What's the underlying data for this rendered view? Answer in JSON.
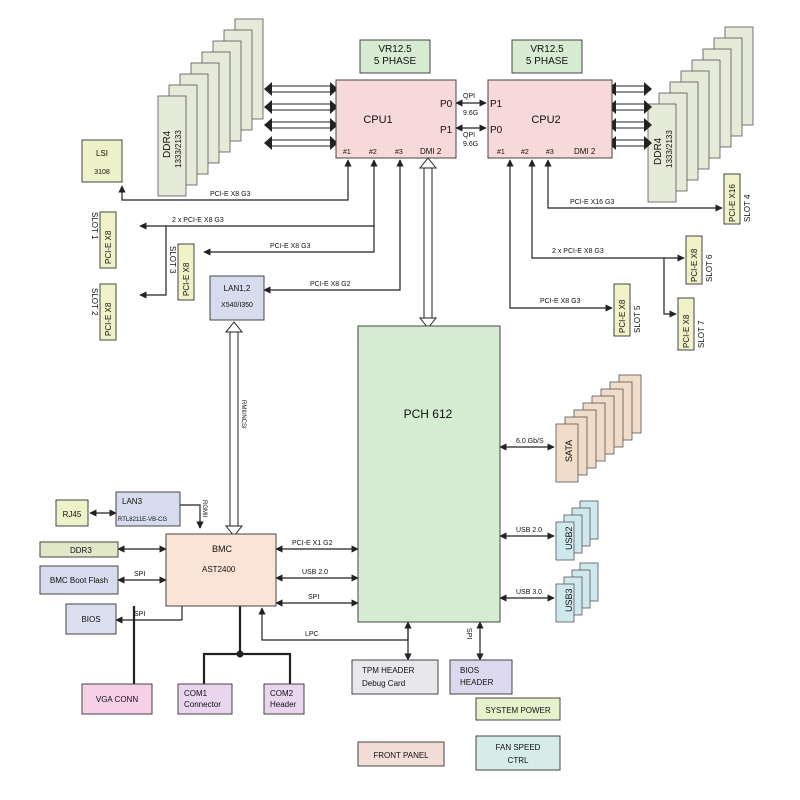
{
  "colors": {
    "cpu": "#f7d9d9",
    "vr": "#d6ebd2",
    "dimm": "#e6ead8",
    "dimm_edge": "#c9d0b5",
    "lsi": "#eef2c8",
    "pcie": "#f1f2c8",
    "lan_bmc": "#d6dbee",
    "pch": "#d5ecd2",
    "sata": "#f0dcc8",
    "usb": "#cfe8ee",
    "bmc": "#fbe3d6",
    "ddr3": "#e1e8c8",
    "flash": "#d6dbee",
    "bios": "#dcdff0",
    "vga": "#f6d0e6",
    "com": "#e9d6ee",
    "tpm": "#e8e8ec",
    "bios_header": "#dcd8ee",
    "sys_power": "#e6f2cc",
    "front_panel": "#f2ddd6",
    "fan": "#d6ece8"
  },
  "cpu1": {
    "title": "CPU1",
    "p0": "P0",
    "p1": "P1",
    "port1": "#1",
    "port2": "#2",
    "port3": "#3",
    "dmi": "DMI 2"
  },
  "cpu2": {
    "title": "CPU2",
    "p1": "P1",
    "p0": "P0",
    "port1": "#1",
    "port2": "#2",
    "port3": "#3",
    "dmi": "DMI 2"
  },
  "vr1": {
    "line1": "VR12.5",
    "line2": "5 PHASE"
  },
  "vr2": {
    "line1": "VR12.5",
    "line2": "5 PHASE"
  },
  "qpi_top": {
    "line1": "QPI",
    "line2": "9.6G"
  },
  "qpi_bottom": {
    "line1": "QPI",
    "line2": "9.6G"
  },
  "ddr_left": {
    "line1": "DDR4",
    "line2": "1333/2133"
  },
  "ddr_right": {
    "line1": "DDR4",
    "line2": "1333/2133"
  },
  "lsi": {
    "line1": "LSI",
    "line2": "3108"
  },
  "slots": {
    "slot1": {
      "type": "PCI-E X8",
      "name": "SLOT 1"
    },
    "slot2": {
      "type": "PCI-E X8",
      "name": "SLOT 2"
    },
    "slot3": {
      "type": "PCI-E X8",
      "name": "SLOT 3"
    },
    "slot4": {
      "type": "PCI-E X16",
      "name": "SLOT 4"
    },
    "slot5": {
      "type": "PCI-E X8",
      "name": "SLOT 5"
    },
    "slot6": {
      "type": "PCI-E X8",
      "name": "SLOT 6"
    },
    "slot7": {
      "type": "PCI-E X8",
      "name": "SLOT 7"
    }
  },
  "links": {
    "lsi_link": "PCI-E X8 G3",
    "slot12_link": "2  x  PCI-E X8 G3",
    "slot3_link": "PCI-E X8 G3",
    "lan_link": "PCI-E X8 G2",
    "slot4_link": "PCI-E X16 G3",
    "slot67_link": "2 x PCI-E X8 G3",
    "slot5_link": "PCI-E X8 G3",
    "rmii": "RMII/NCSI",
    "rgmii": "RGMII",
    "bmc_pcie": "PCI-E X1 G2",
    "bmc_usb": "USB 2.0",
    "bmc_spi": "SPI",
    "lpc": "LPC",
    "pch_spi": "SPI",
    "flash_spi": "SPI",
    "bios_spi": "SPI",
    "sata_speed": "6.0 Gb/S",
    "usb2_link": "USB 2.0",
    "usb3_link": "USB 3.0"
  },
  "lan12": {
    "line1": "LAN1,2",
    "line2": "X540/I350"
  },
  "pch": {
    "title": "PCH 612"
  },
  "sata": {
    "label": "SATA"
  },
  "usb2": {
    "label": "USB2"
  },
  "usb3": {
    "label": "USB3"
  },
  "rj45": {
    "label": "RJ45"
  },
  "lan3": {
    "line1": "LAN3",
    "line2": "RTL8211E-VB-CG"
  },
  "ddr3": {
    "label": "DDR3"
  },
  "bmc": {
    "line1": "BMC",
    "line2": "AST2400"
  },
  "boot_flash": {
    "label": "BMC Boot Flash"
  },
  "bios": {
    "label": "BIOS"
  },
  "vga": {
    "label": "VGA CONN"
  },
  "com1": {
    "line1": "COM1",
    "line2": "Connector"
  },
  "com2": {
    "line1": "COM2",
    "line2": "Header"
  },
  "tpm": {
    "line1": "TPM HEADER",
    "line2": "Debug Card"
  },
  "bios_header": {
    "line1": "BIOS",
    "line2": "HEADER"
  },
  "system_power": {
    "label": "SYSTEM POWER"
  },
  "front_panel": {
    "label": "FRONT PANEL"
  },
  "fan_speed": {
    "line1": "FAN SPEED",
    "line2": "CTRL"
  }
}
